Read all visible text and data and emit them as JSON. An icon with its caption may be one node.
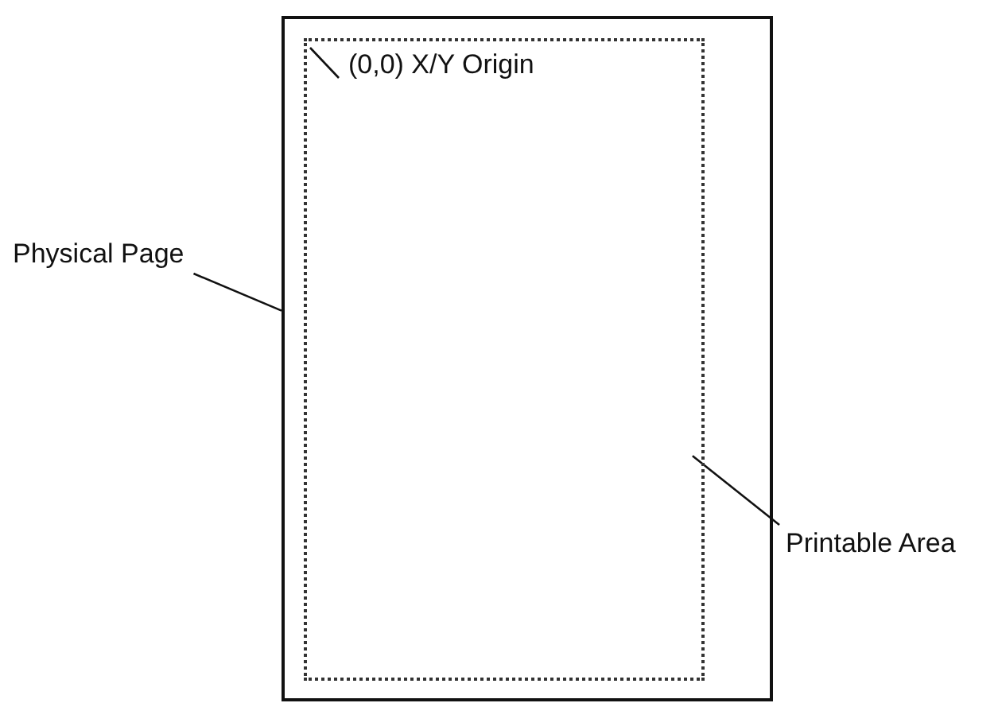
{
  "diagram": {
    "nodes": [
      {
        "text": [],
        "shape": "box"
      },
      {
        "text": [],
        "shape": "box",
        "in": 0
      },
      {
        "text": [
          "(0,0) X/Y Origin"
        ],
        "in": 1
      },
      {
        "text": [
          "Physical Page"
        ]
      },
      {
        "text": [
          "Printable Area"
        ]
      }
    ],
    "edges": [
      {
        "from": 2,
        "to": null,
        "arrow": "none"
      },
      {
        "from": 3,
        "to": 0,
        "arrow": "none"
      },
      {
        "from": 4,
        "to": 1,
        "arrow": "none"
      }
    ]
  }
}
